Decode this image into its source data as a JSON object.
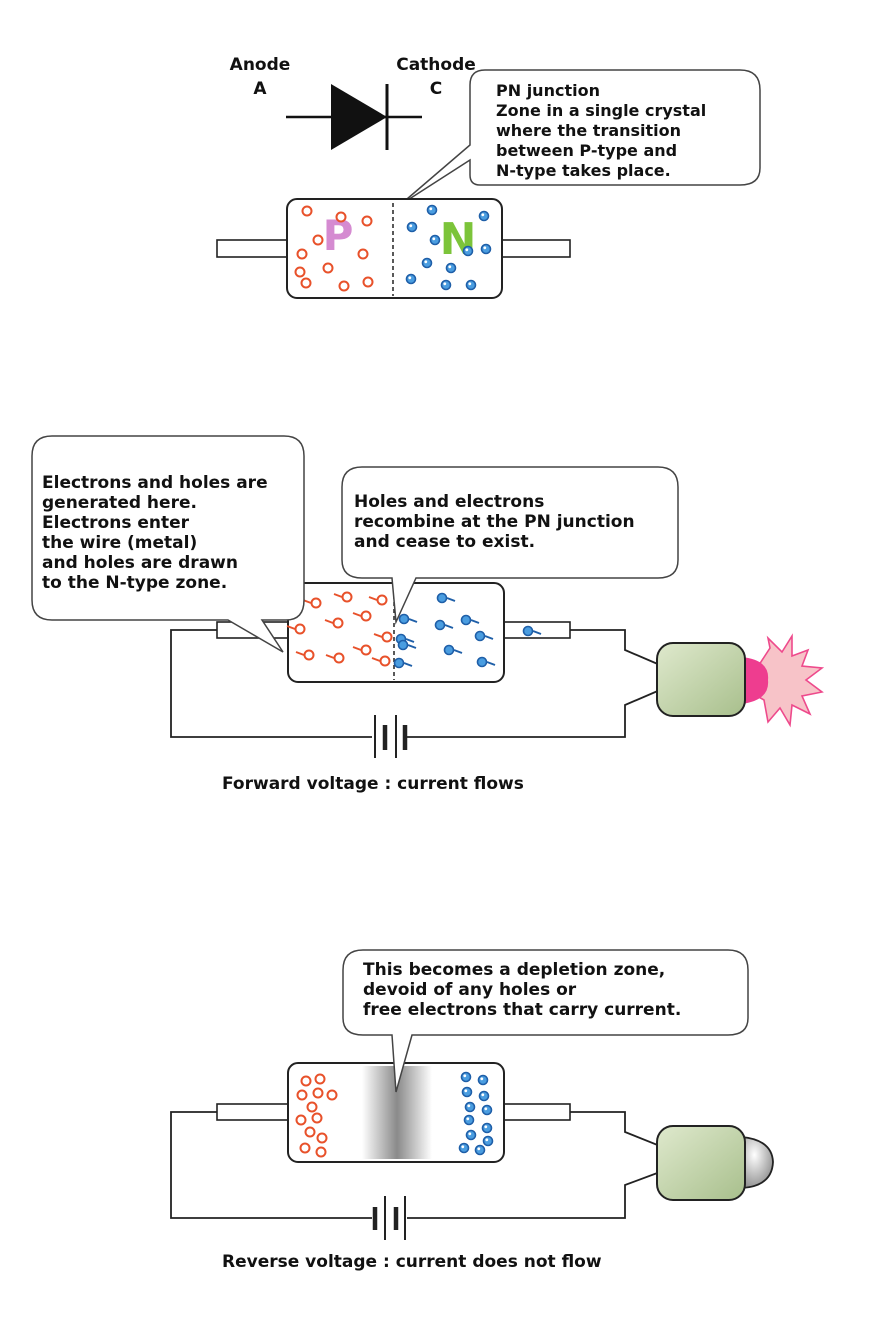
{
  "symbol": {
    "anode_label": "Anode",
    "anode_letter": "A",
    "cathode_label": "Cathode",
    "cathode_letter": "C"
  },
  "top_diagram": {
    "p_label": "P",
    "n_label": "N",
    "callout_lines": [
      "PN junction",
      "Zone in a single crystal",
      "where the transition",
      "between P-type and",
      "N-type takes place."
    ]
  },
  "forward": {
    "left_callout_lines": [
      "Electrons and holes are",
      "generated here.",
      "Electrons enter",
      "the wire (metal)",
      "and holes are drawn",
      "to the N-type zone."
    ],
    "right_callout_lines": [
      "Holes and electrons",
      "recombine at the PN junction",
      "and cease to exist."
    ],
    "caption": "Forward voltage : current flows"
  },
  "reverse": {
    "callout_lines": [
      "This becomes a depletion zone,",
      "devoid of any holes or",
      "free electrons that carry current."
    ],
    "caption": "Reverse voltage : current does not flow"
  },
  "colors": {
    "hole": "#e8512a",
    "electron": "#4a9de0",
    "p_letter": "#d58bd1",
    "n_letter": "#7cc43a",
    "bulb_base": "#c8d8b0",
    "glow": "#f25aa0"
  }
}
